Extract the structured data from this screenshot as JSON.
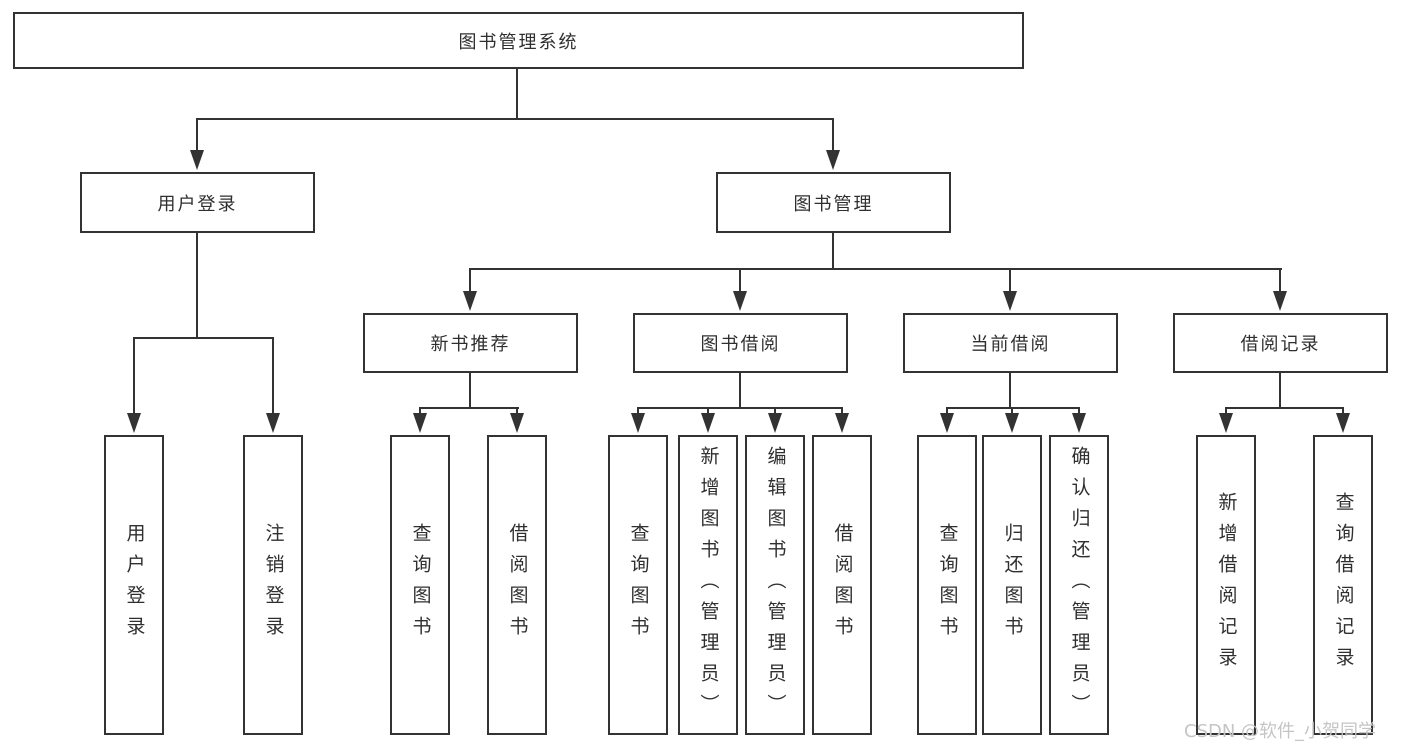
{
  "diagram_title": "图书管理系统",
  "root": {
    "label": "图书管理系统",
    "children": [
      {
        "label": "用户登录",
        "children": [
          {
            "label": "用户登录"
          },
          {
            "label": "注销登录"
          }
        ]
      },
      {
        "label": "图书管理",
        "children": [
          {
            "label": "新书推荐",
            "children": [
              {
                "label": "查询图书"
              },
              {
                "label": "借阅图书"
              }
            ]
          },
          {
            "label": "图书借阅",
            "children": [
              {
                "label": "查询图书"
              },
              {
                "label": "新增图书（管理员）"
              },
              {
                "label": "编辑图书（管理员）"
              },
              {
                "label": "借阅图书"
              }
            ]
          },
          {
            "label": "当前借阅",
            "children": [
              {
                "label": "查询图书"
              },
              {
                "label": "归还图书"
              },
              {
                "label": "确认归还（管理员）"
              }
            ]
          },
          {
            "label": "借阅记录",
            "children": [
              {
                "label": "新增借阅记录"
              },
              {
                "label": "查询借阅记录"
              }
            ]
          }
        ]
      }
    ]
  },
  "watermark": "CSDN @软件_小贺同学",
  "colors": {
    "line": "#333333",
    "box_border": "#333333",
    "box_fill": "#ffffff",
    "text": "#2f2f2f",
    "watermark": "#c5c5c5"
  }
}
